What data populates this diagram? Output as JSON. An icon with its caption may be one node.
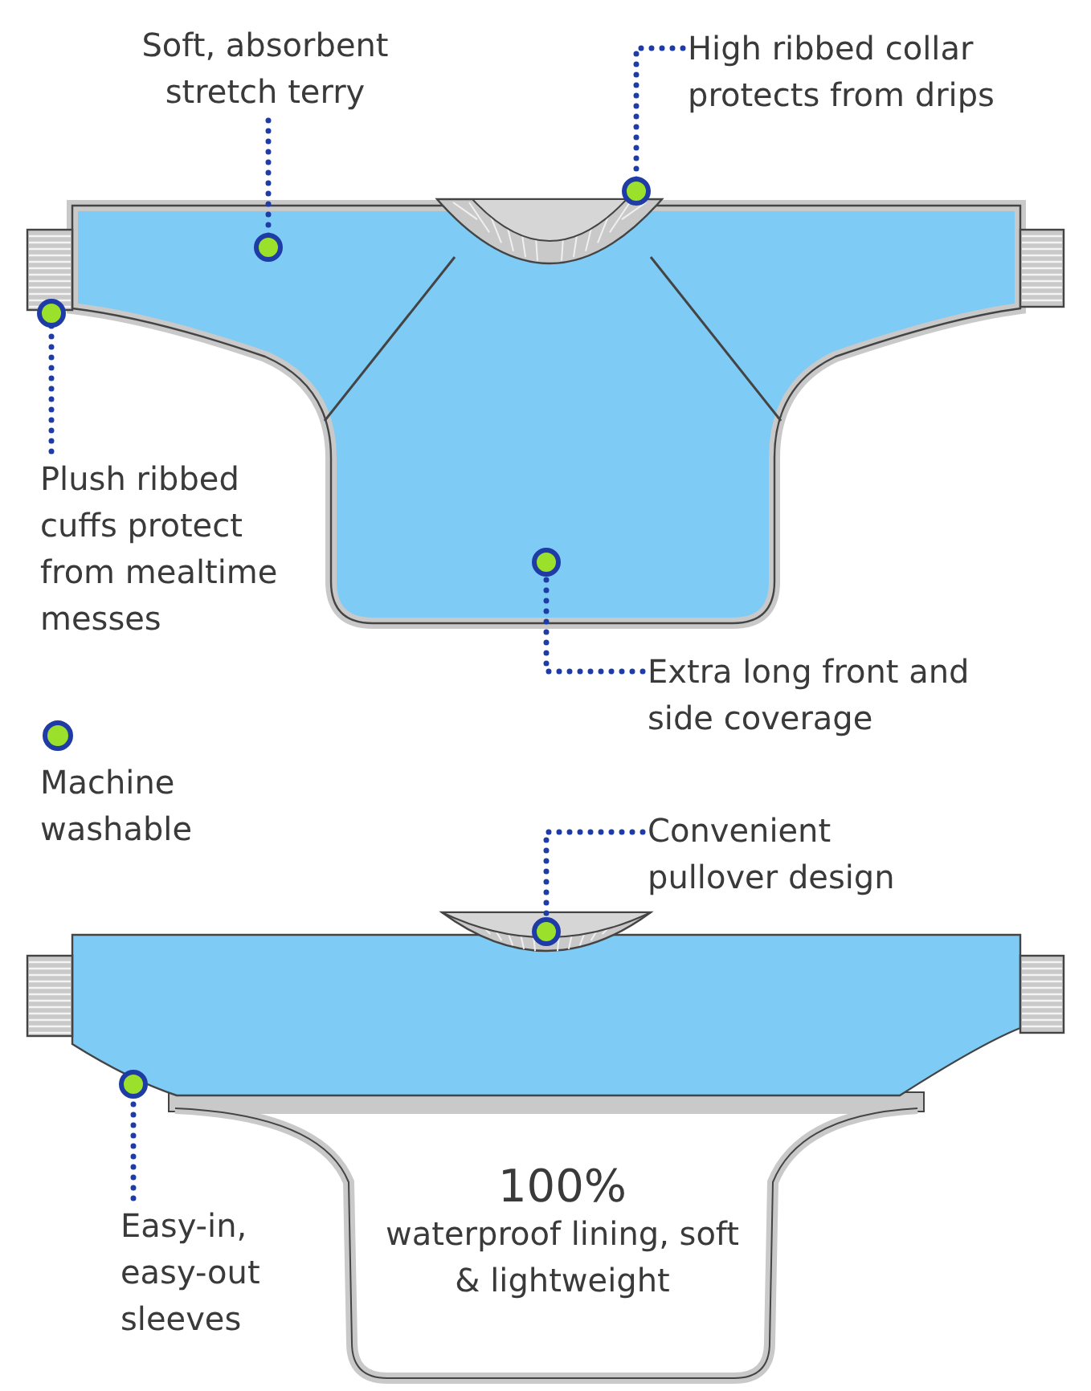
{
  "diagram": {
    "nodes": [
      {
        "text": [
          "Soft, absorbent stretch terry"
        ]
      },
      {
        "text": [
          "High ribbed collar protects from drips"
        ]
      },
      {
        "text": [
          "Plush ribbed cuffs protect from mealtime messes"
        ]
      },
      {
        "text": [
          "Extra long front and side coverage"
        ]
      },
      {
        "text": [
          "Convenient pullover design"
        ]
      },
      {
        "text": [
          "Easy-in, easy-out sleeves"
        ]
      },
      {
        "text": [
          "100%",
          "waterproof lining, soft & lightweight"
        ]
      },
      {
        "text": [],
        "shape": "picture"
      },
      {
        "text": [],
        "shape": "picture"
      }
    ],
    "edges": [
      {
        "from": 0,
        "to": 7,
        "arrow": "other"
      },
      {
        "from": 1,
        "to": 7,
        "arrow": "other"
      },
      {
        "from": 2,
        "to": 7,
        "arrow": "other"
      },
      {
        "from": 3,
        "to": 7,
        "arrow": "other"
      },
      {
        "from": 4,
        "to": 8,
        "arrow": "other"
      },
      {
        "from": 5,
        "to": 8,
        "arrow": "other"
      }
    ],
    "labels": [
      "Machine washable"
    ]
  }
}
